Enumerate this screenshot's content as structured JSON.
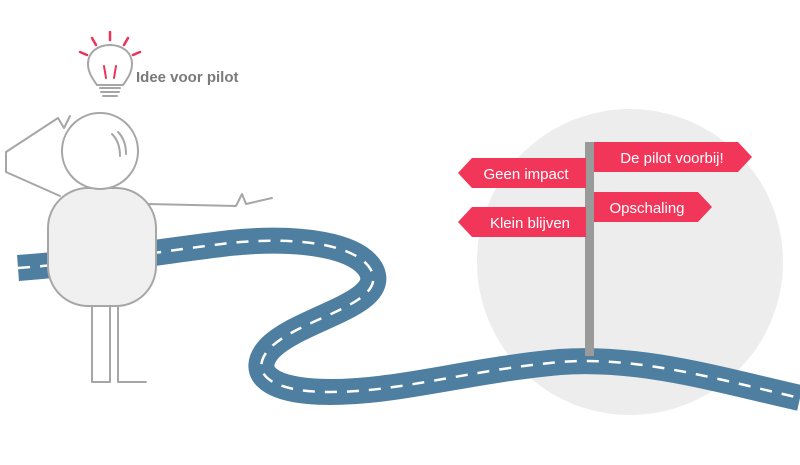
{
  "idea": {
    "label": "Idee voor pilot"
  },
  "signs": {
    "top_left": "Geen impact",
    "top_right": "De pilot voorbij!",
    "bottom_left": "Klein blijven",
    "bottom_right": "Opschaling"
  },
  "colors": {
    "sign": "#f2365a",
    "road": "#4e7fa0",
    "road_dash": "#ffffff",
    "figure_stroke": "#a6a6a6",
    "figure_body": "#f0f0f0",
    "circle": "#ededed",
    "pole": "#9a9a9a",
    "bulb_accent": "#e8335a",
    "bulb_stroke": "#a6a6a6"
  }
}
